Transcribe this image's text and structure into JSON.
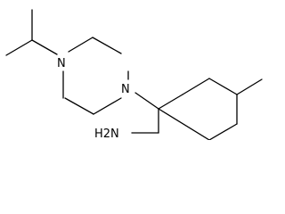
{
  "structure": {
    "atoms": {
      "piperazine_n_top": "N",
      "piperazine_n_bottom": "N",
      "amine": "H2N"
    }
  }
}
